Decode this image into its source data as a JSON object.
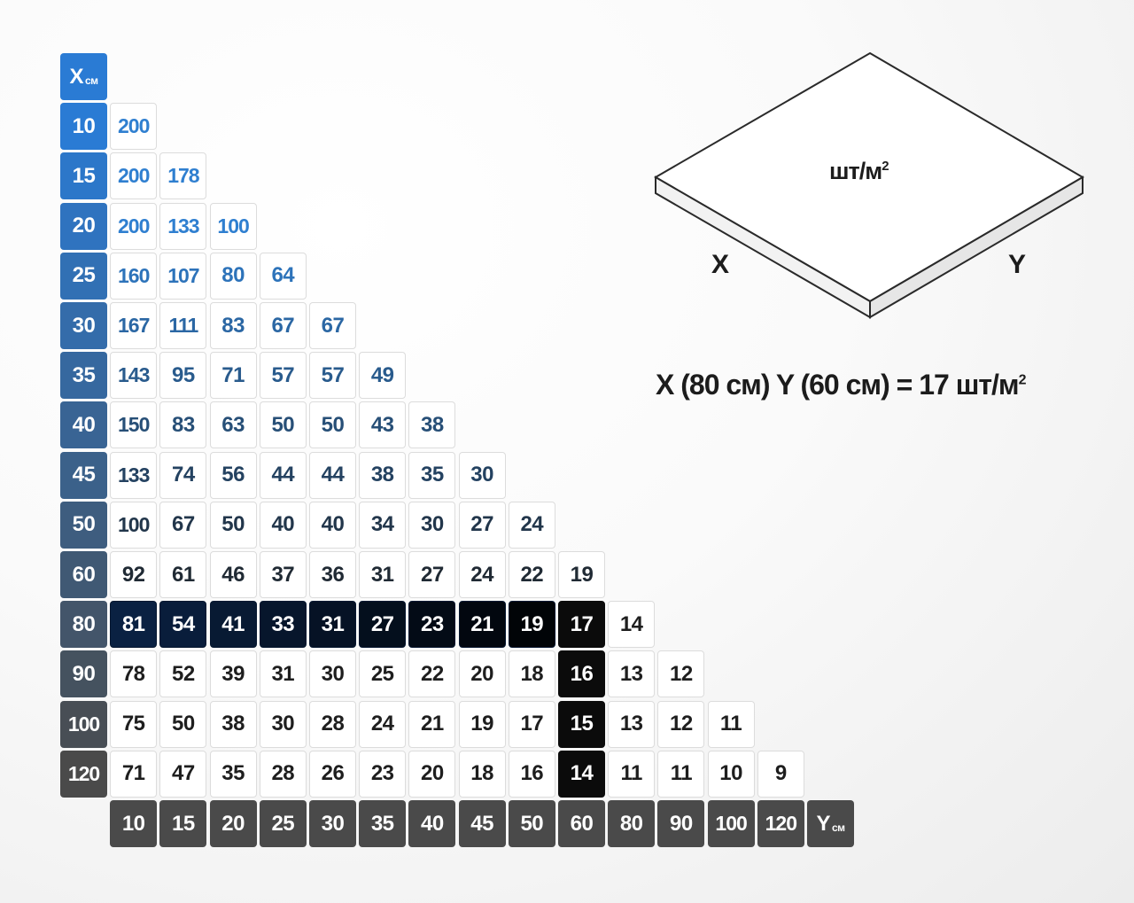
{
  "table": {
    "x_axis": {
      "label": "X",
      "unit": "см"
    },
    "y_axis": {
      "label": "Y",
      "unit": "см"
    },
    "x_values": [
      "10",
      "15",
      "20",
      "25",
      "30",
      "35",
      "40",
      "45",
      "50",
      "60",
      "80",
      "90",
      "100",
      "120"
    ],
    "y_values": [
      "10",
      "15",
      "20",
      "25",
      "30",
      "35",
      "40",
      "45",
      "50",
      "60",
      "80",
      "90",
      "100",
      "120"
    ],
    "rows": [
      [
        "200"
      ],
      [
        "200",
        "178"
      ],
      [
        "200",
        "133",
        "100"
      ],
      [
        "160",
        "107",
        "80",
        "64"
      ],
      [
        "167",
        "111",
        "83",
        "67",
        "67"
      ],
      [
        "143",
        "95",
        "71",
        "57",
        "57",
        "49"
      ],
      [
        "150",
        "83",
        "63",
        "50",
        "50",
        "43",
        "38"
      ],
      [
        "133",
        "74",
        "56",
        "44",
        "44",
        "38",
        "35",
        "30"
      ],
      [
        "100",
        "67",
        "50",
        "40",
        "40",
        "34",
        "30",
        "27",
        "24"
      ],
      [
        "92",
        "61",
        "46",
        "37",
        "36",
        "31",
        "27",
        "24",
        "22",
        "19"
      ],
      [
        "81",
        "54",
        "41",
        "33",
        "31",
        "27",
        "23",
        "21",
        "19",
        "17",
        "14"
      ],
      [
        "78",
        "52",
        "39",
        "31",
        "30",
        "25",
        "22",
        "20",
        "18",
        "16",
        "13",
        "12"
      ],
      [
        "75",
        "50",
        "38",
        "30",
        "28",
        "24",
        "21",
        "19",
        "17",
        "15",
        "13",
        "12",
        "11"
      ],
      [
        "71",
        "47",
        "35",
        "28",
        "26",
        "23",
        "20",
        "18",
        "16",
        "14",
        "11",
        "11",
        "10",
        "9"
      ]
    ],
    "highlight": {
      "x": "80",
      "y": "60"
    },
    "colors": {
      "header_blue": "#2a7bd4",
      "header_dark": "#4a4a4a",
      "value_blue": "#2f7fd0",
      "value_dark": "#1e1e1e",
      "highlight_bg": "#0b0b0b"
    }
  },
  "diagram": {
    "tile_label": "шт/м",
    "tile_label_sup": "2",
    "x_label": "X",
    "y_label": "Y",
    "formula": "X (80 см) Y (60 см) = 17 шт/м",
    "formula_sup": "2"
  }
}
